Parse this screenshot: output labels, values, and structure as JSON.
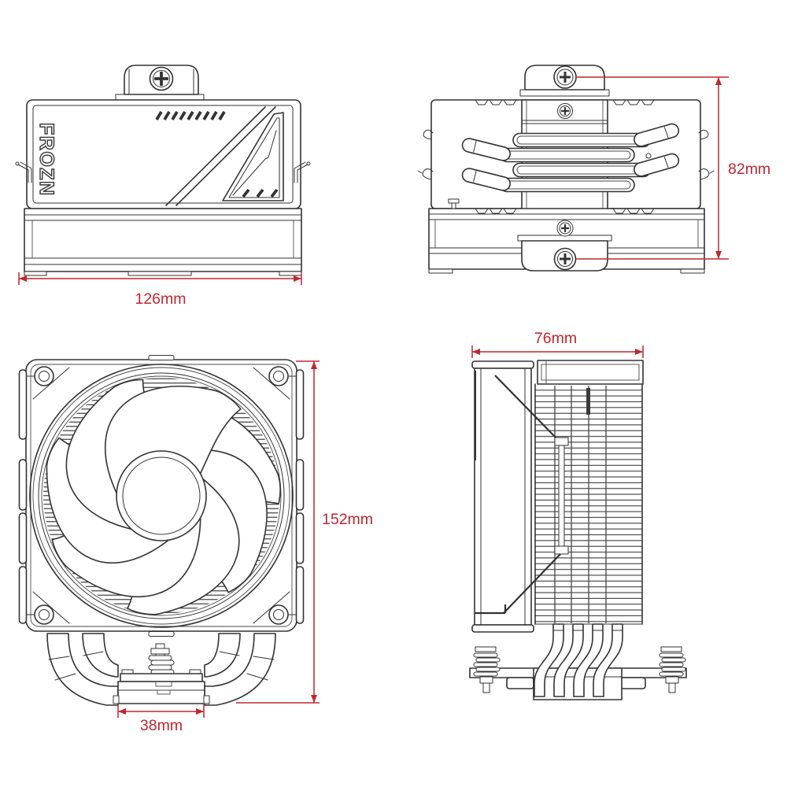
{
  "brand_logo": "FROZN",
  "colors": {
    "line": "#333333",
    "dimension_red": "#c2262e",
    "background": "#ffffff"
  },
  "views": {
    "top": {
      "width_label": "126mm"
    },
    "back": {
      "height_label": "82mm"
    },
    "front": {
      "height_label": "152mm",
      "base_width_label": "38mm"
    },
    "side": {
      "depth_label": "76mm"
    }
  }
}
